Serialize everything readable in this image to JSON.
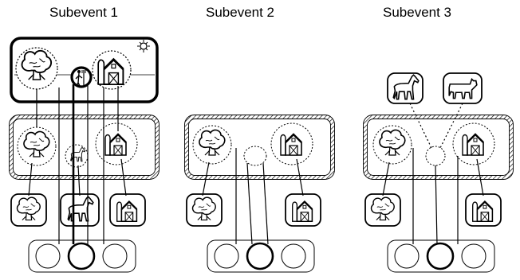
{
  "titles": {
    "sub1": "Subevent 1",
    "sub2": "Subevent 2",
    "sub3": "Subevent 3"
  },
  "icons": {
    "tree": "tree-icon",
    "barn": "barn-icon",
    "horse": "horse-icon",
    "cow": "cow-icon",
    "sun": "sun-icon",
    "farmer": "farmer-icon"
  },
  "colors": {
    "ink": "#000000",
    "paper": "#ffffff"
  }
}
